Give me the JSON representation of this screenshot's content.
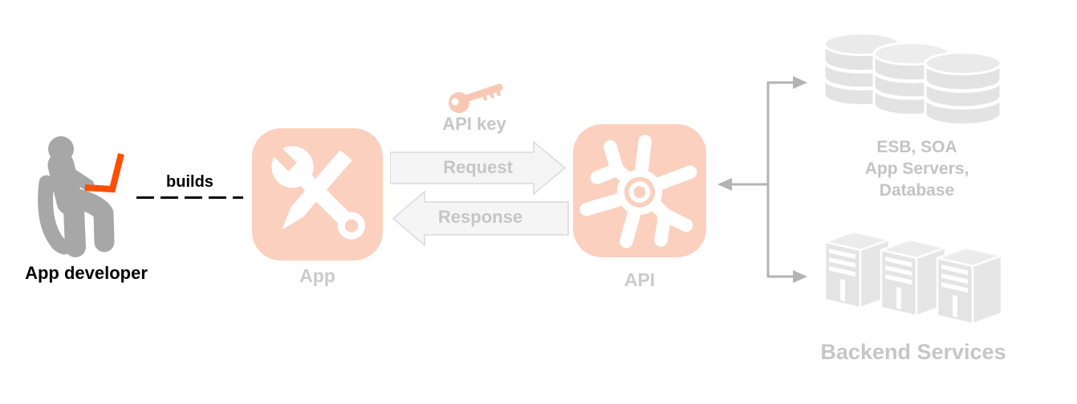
{
  "colors": {
    "accent_salmon": "#fbd0be",
    "accent_orange": "#fe4e00",
    "person_gray": "#a7a7a7",
    "label_gray": "#c6c6c6",
    "arrow_fill": "#f5f5f5",
    "arrow_stroke": "#dadada",
    "connector_gray": "#b3b3b3",
    "backend_gray": "#e4e4e4",
    "text_black": "#000000"
  },
  "developer": {
    "label": "App developer"
  },
  "builds": {
    "label": "builds"
  },
  "app": {
    "label": "App"
  },
  "api_key": {
    "label": "API key"
  },
  "request": {
    "label": "Request"
  },
  "response": {
    "label": "Response"
  },
  "api": {
    "label": "API"
  },
  "esb": {
    "lines": [
      "ESB, SOA",
      "App Servers,",
      "Database"
    ]
  },
  "backend": {
    "label": "Backend Services"
  }
}
